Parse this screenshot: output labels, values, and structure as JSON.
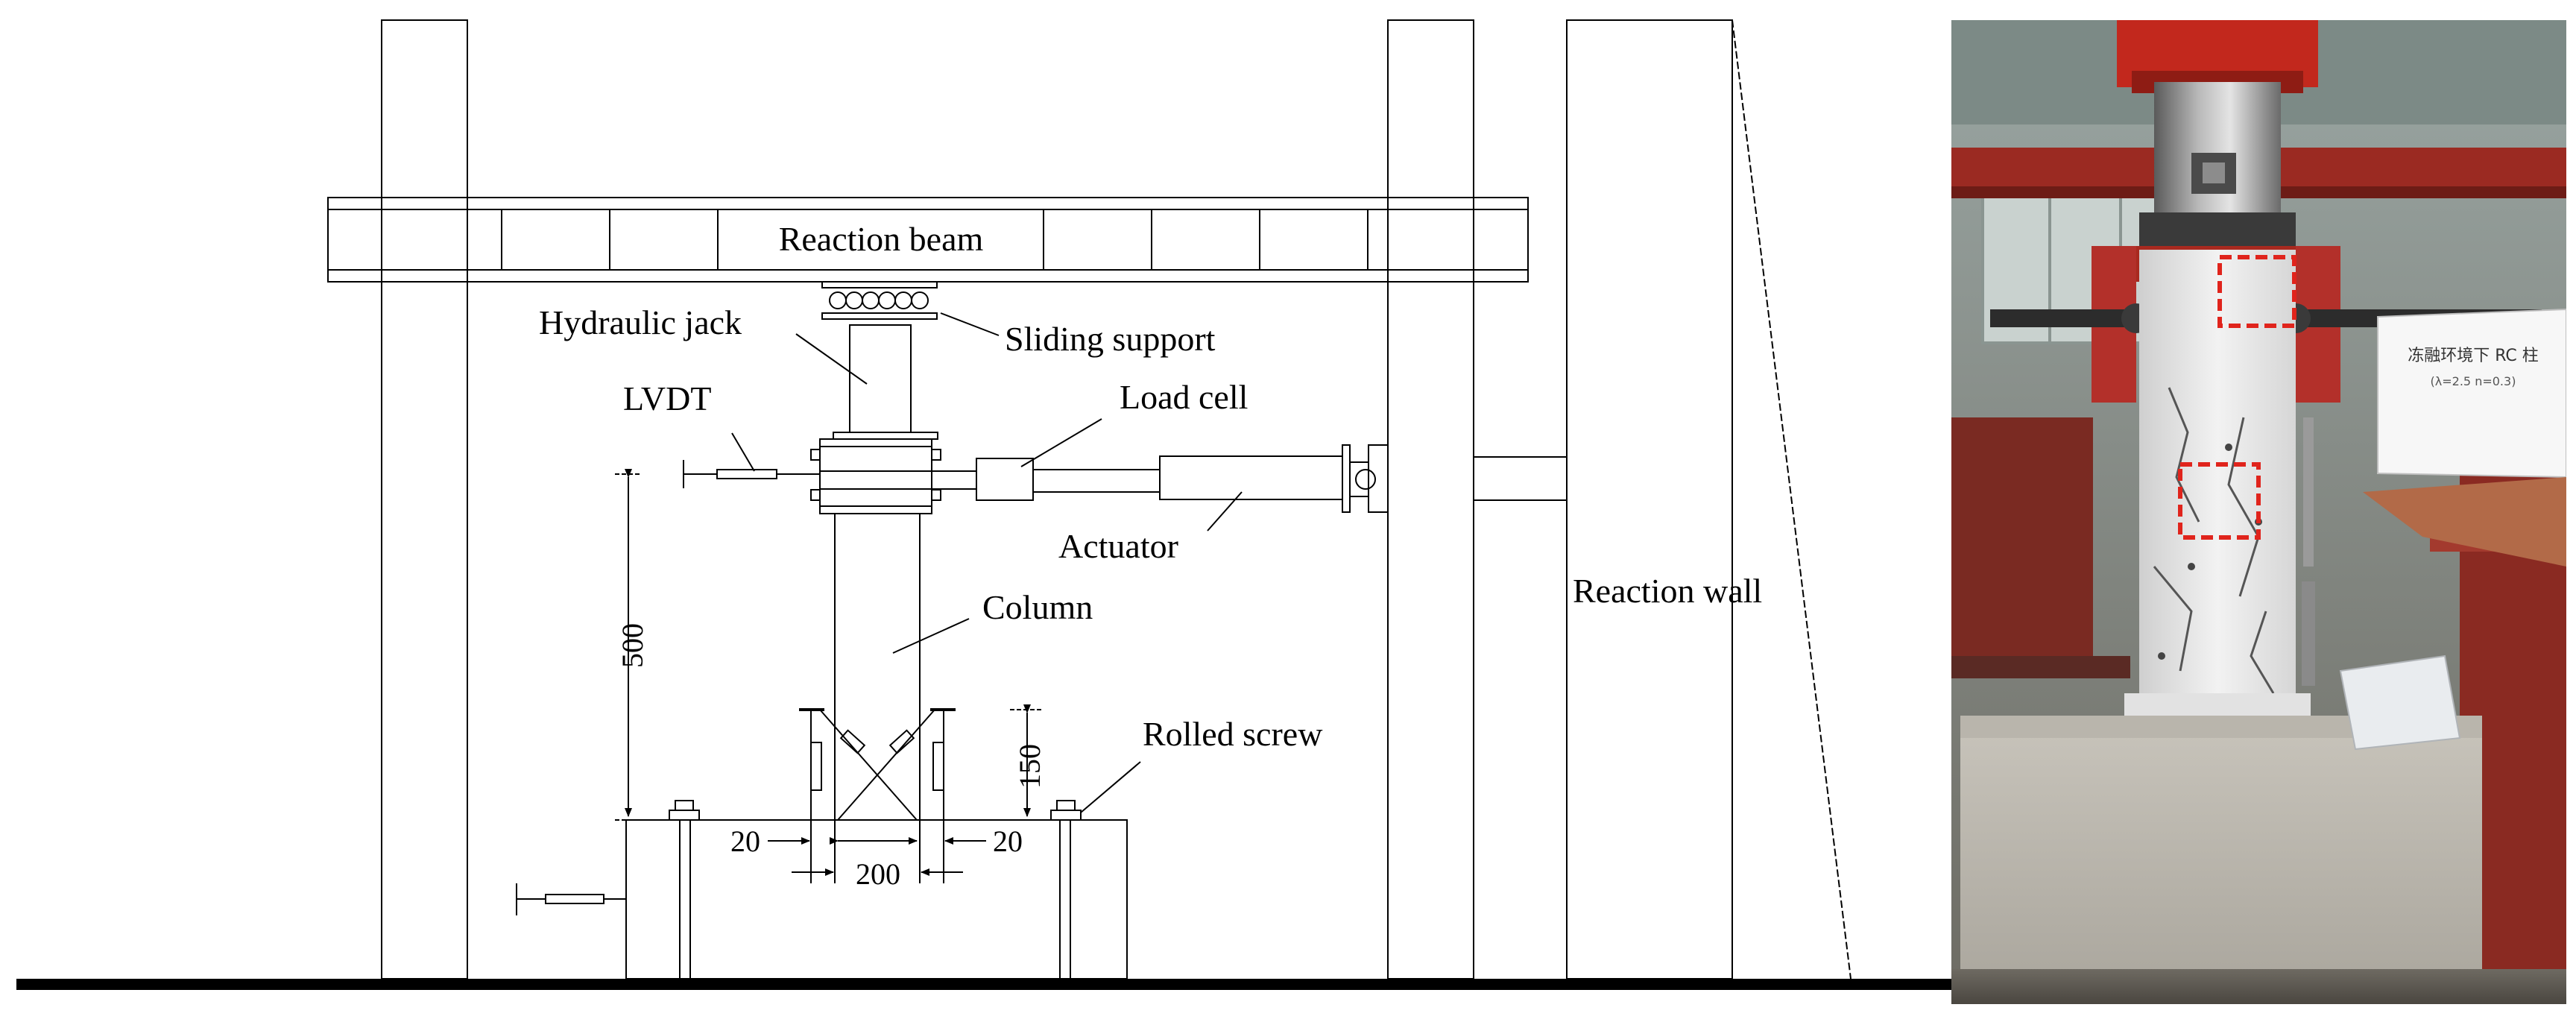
{
  "diagram": {
    "labels": {
      "reaction_beam": "Reaction beam",
      "hydraulic_jack": "Hydraulic jack",
      "sliding_support": "Sliding support",
      "lvdt": "LVDT",
      "load_cell": "Load cell",
      "actuator": "Actuator",
      "column": "Column",
      "reaction_wall": "Reaction wall",
      "rolled_screw": "Rolled screw"
    },
    "dimensions": {
      "height_500": "500",
      "height_150": "150",
      "gap_left": "20",
      "width_200": "200",
      "gap_right": "20"
    }
  },
  "photo": {
    "sign_line1": "冻融环境下 RC 柱",
    "sign_line2": "(λ=2.5   n=0.3)",
    "highlight_color": "#e0241c"
  },
  "colors": {
    "line": "#000000",
    "steel_red": "#b5271c",
    "concrete": "#c9c6bd"
  }
}
